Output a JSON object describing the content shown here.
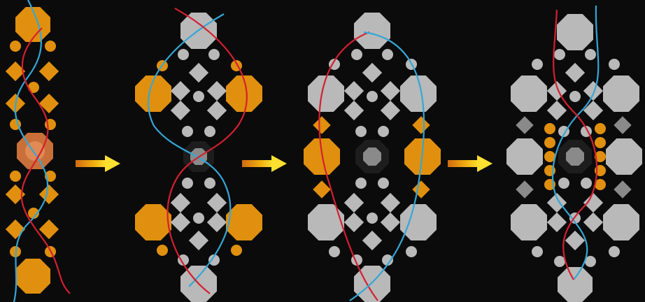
{
  "colors": {
    "background": "#0b0b0b",
    "orange": "#e0900e",
    "gray": "#b9b9b9",
    "dark_gray": "#8a8a8a",
    "center_ring": "#1d1d1d",
    "red_thread": "#d4202f",
    "blue_thread": "#34a7d6",
    "copper": "#c9703a",
    "arrow": "#f0c020"
  },
  "stages": [
    {
      "name": "stage-1-single-strand"
    },
    {
      "name": "stage-2-double-ring"
    },
    {
      "name": "stage-3-side-stitching"
    },
    {
      "name": "stage-4-finished-motif"
    }
  ],
  "arrows": [
    {
      "name": "arrow-1-to-2"
    },
    {
      "name": "arrow-2-to-3"
    },
    {
      "name": "arrow-3-to-4"
    }
  ]
}
